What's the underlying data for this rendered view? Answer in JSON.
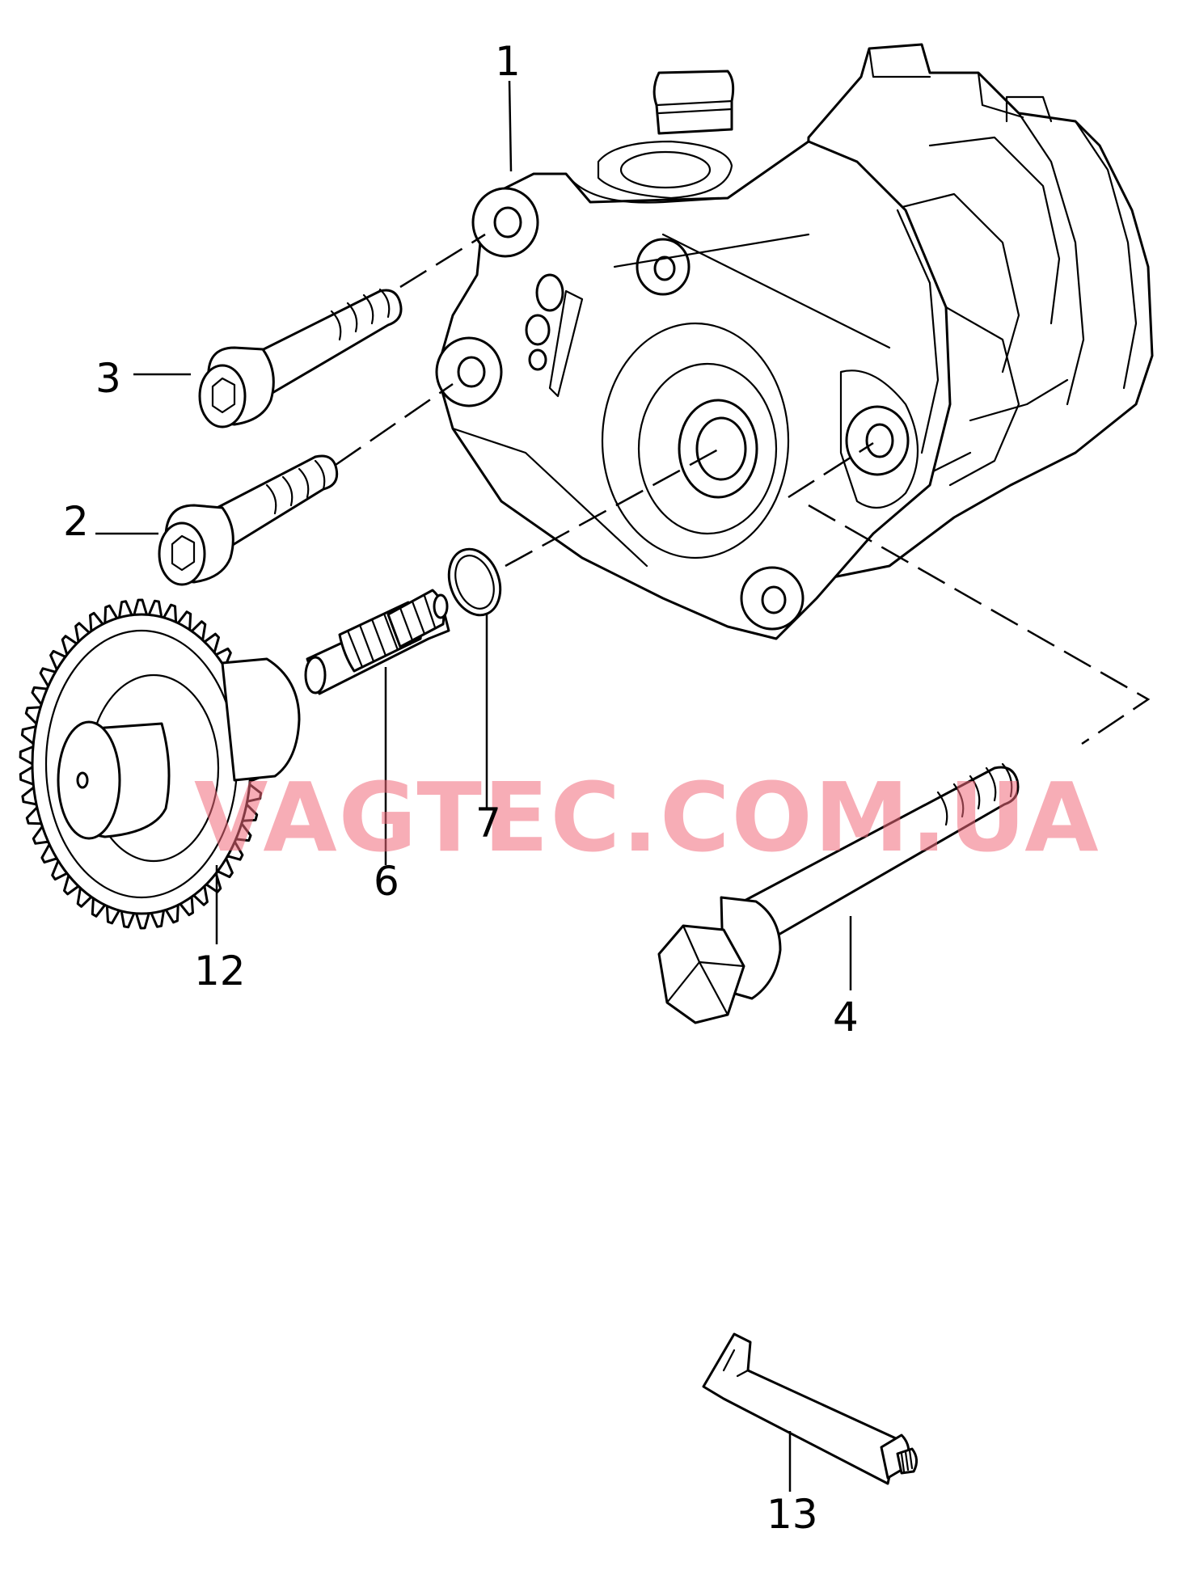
{
  "watermark": "VAGTEC.COM.UA",
  "parts": [
    {
      "id": "1",
      "label": "1"
    },
    {
      "id": "2",
      "label": "2"
    },
    {
      "id": "3",
      "label": "3"
    },
    {
      "id": "4",
      "label": "4"
    },
    {
      "id": "6",
      "label": "6"
    },
    {
      "id": "7",
      "label": "7"
    },
    {
      "id": "12",
      "label": "12"
    },
    {
      "id": "13",
      "label": "13"
    }
  ],
  "colors": {
    "line": "#000000",
    "background": "#ffffff",
    "watermark": "#f06a7a"
  }
}
